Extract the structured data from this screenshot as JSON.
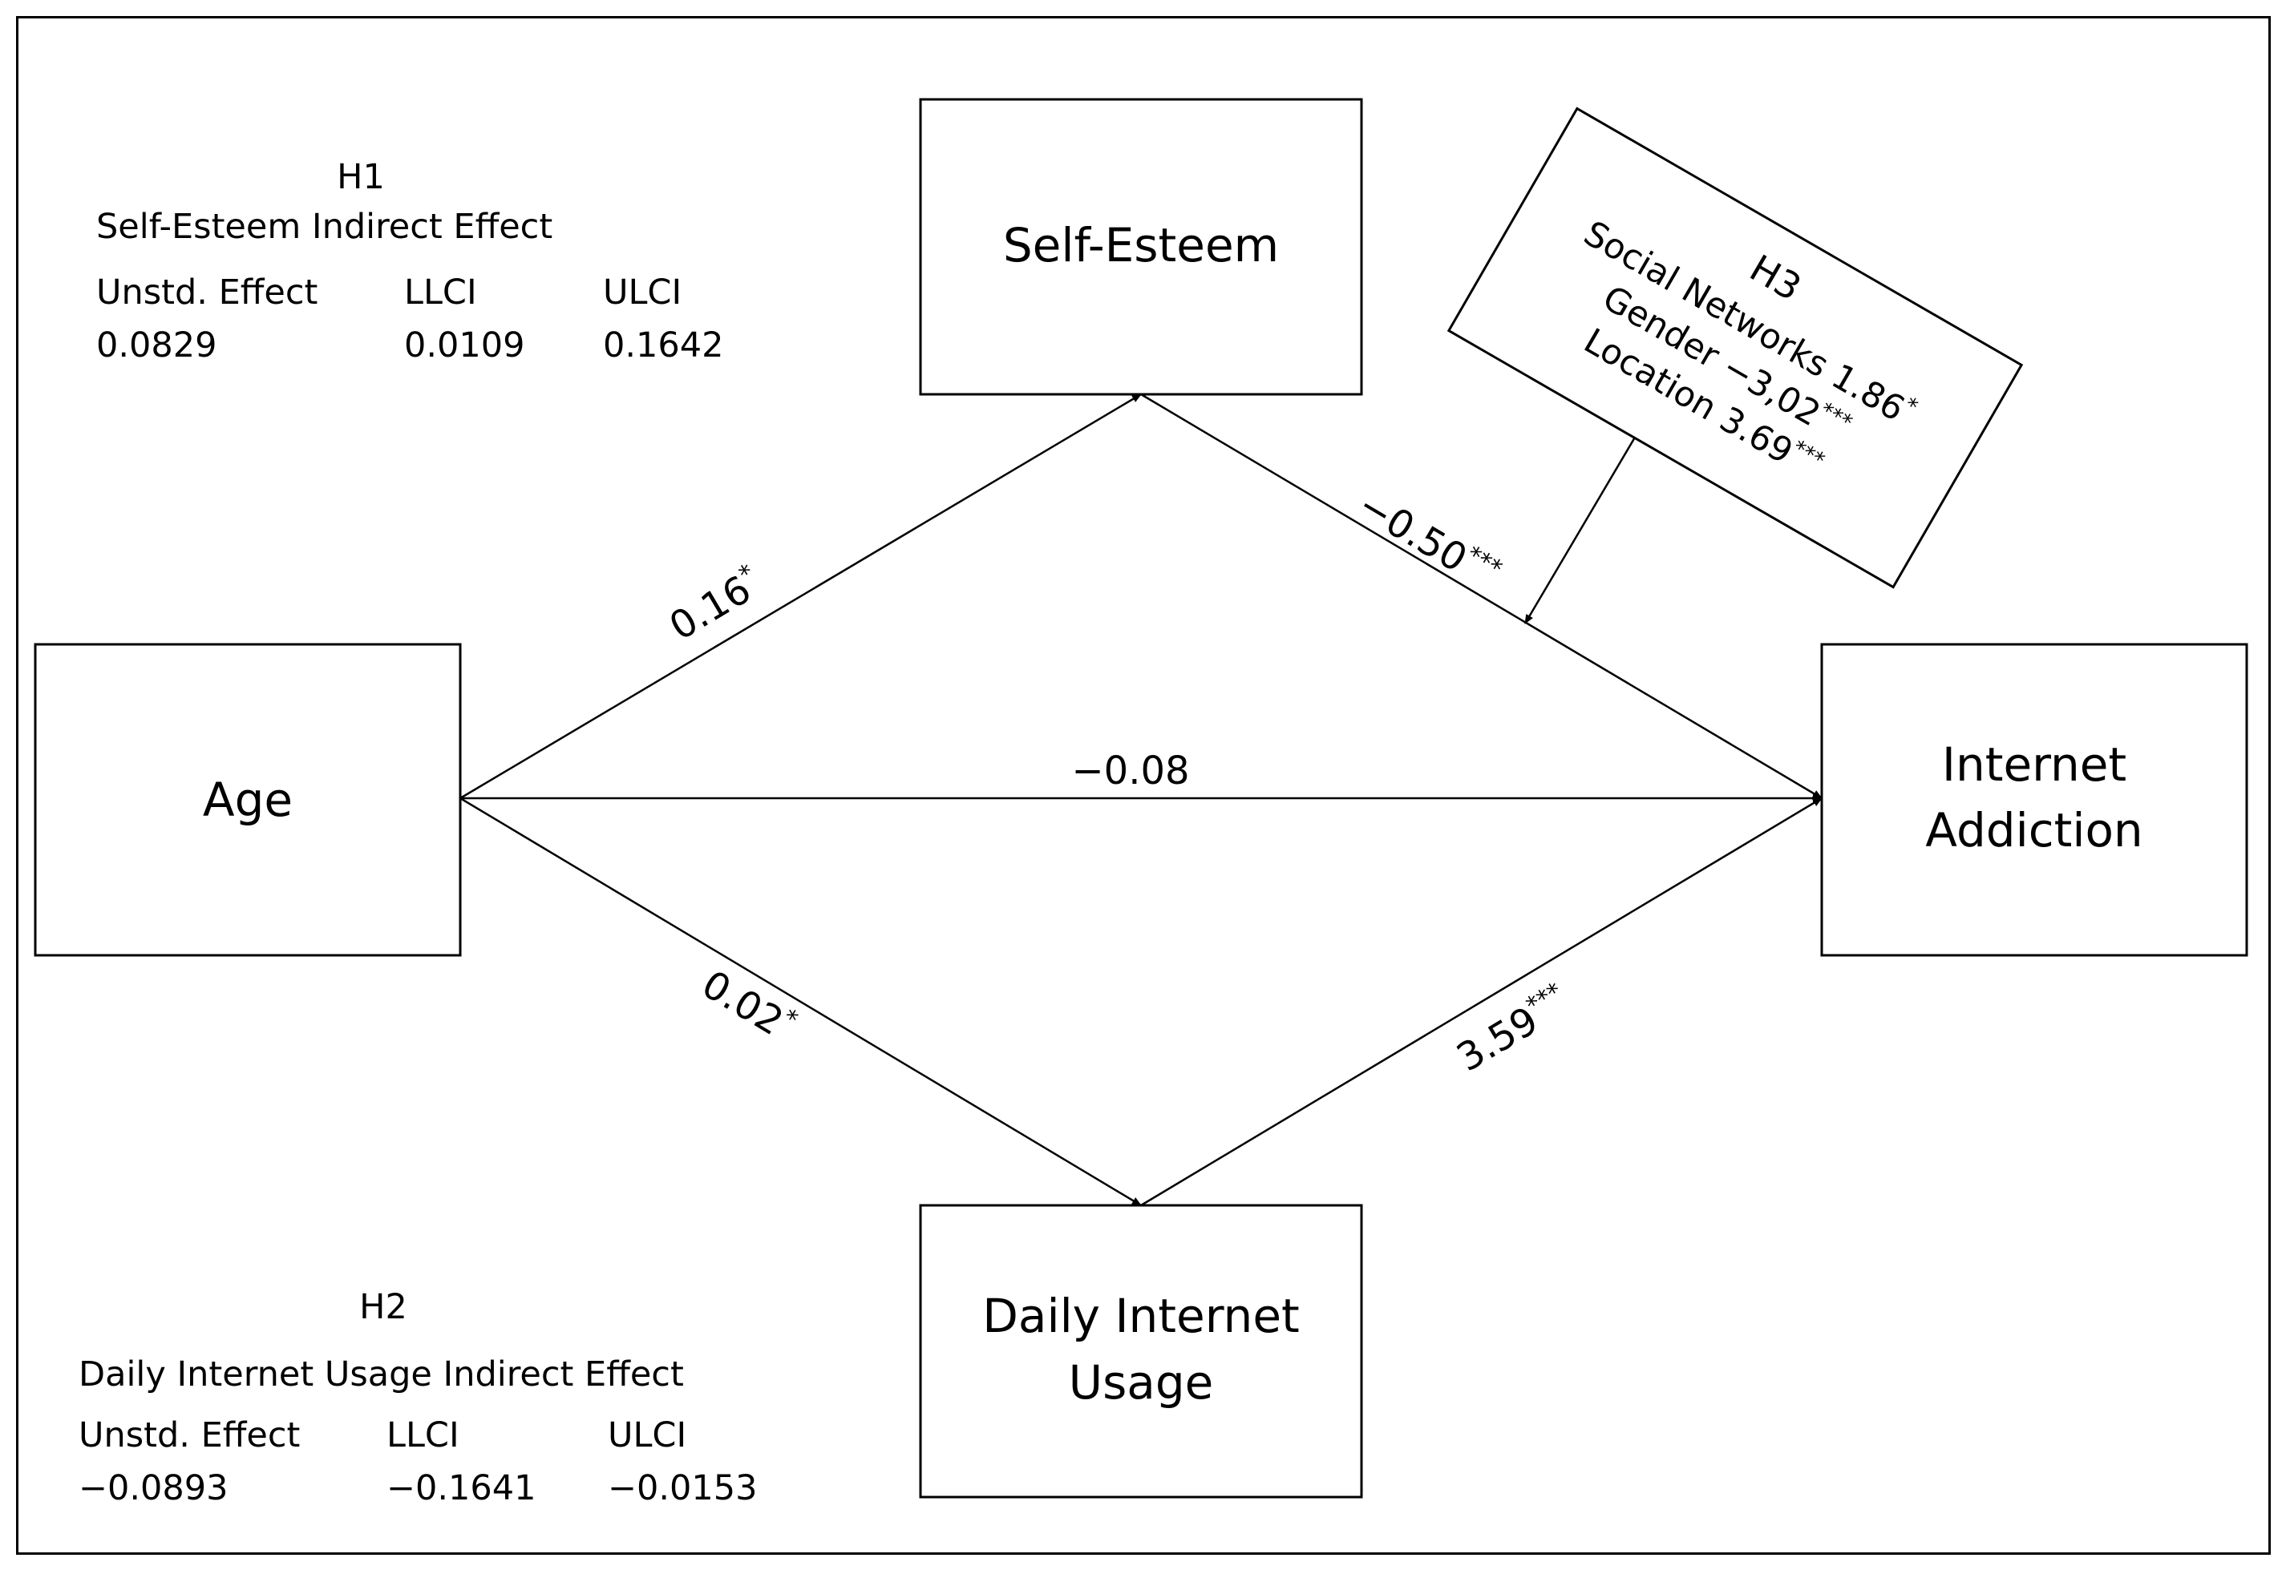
{
  "nodes": {
    "age": "Age",
    "self_esteem": "Self-Esteem",
    "internet_addiction": [
      "Internet",
      "Addiction"
    ],
    "daily_usage": [
      "Daily Internet",
      "Usage"
    ]
  },
  "paths": {
    "age_to_self_esteem": {
      "value": "0.16",
      "sig": "*"
    },
    "self_esteem_to_addiction": {
      "value": "−0.50",
      "sig": "***"
    },
    "age_to_addiction": {
      "value": "−0.08",
      "sig": ""
    },
    "age_to_daily_usage": {
      "value": "0.02",
      "sig": "*"
    },
    "daily_usage_to_addiction": {
      "value": "3.59",
      "sig": "***"
    }
  },
  "moderator": {
    "title": "H3",
    "lines": [
      {
        "text": "Social Networks 1.86",
        "sig": "*"
      },
      {
        "text": "Gender −3,02",
        "sig": "***"
      },
      {
        "text": "Location 3.69",
        "sig": "***"
      }
    ]
  },
  "h1": {
    "title": "H1",
    "subtitle": "Self-Esteem Indirect Effect",
    "headers": [
      "Unstd. Effect",
      "LLCI",
      "ULCI"
    ],
    "values": [
      "0.0829",
      "0.0109",
      "0.1642"
    ]
  },
  "h2": {
    "title": "H2",
    "subtitle": "Daily Internet Usage Indirect Effect",
    "headers": [
      "Unstd. Effect",
      "LLCI",
      "ULCI"
    ],
    "values": [
      "−0.0893",
      "−0.1641",
      "−0.0153"
    ]
  }
}
